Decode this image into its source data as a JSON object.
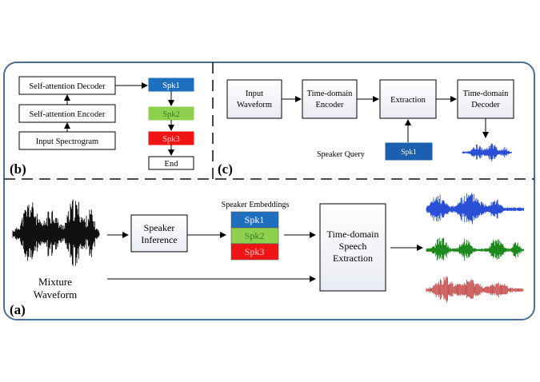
{
  "panel_b": {
    "label": "(b)",
    "decoder": "Self-attention Decoder",
    "encoder": "Self-attention Encoder",
    "input": "Input Spectrogram",
    "tokens": [
      "Spk1",
      "Spk2",
      "Spk3",
      "End"
    ]
  },
  "panel_c": {
    "label": "(c)",
    "input_line1": "Input",
    "input_line2": "Waveform",
    "encoder_line1": "Time-domain",
    "encoder_line2": "Encoder",
    "extraction": "Extraction",
    "decoder_line1": "Time-domain",
    "decoder_line2": "Decoder",
    "query_label": "Speaker Query",
    "query_token": "Spk1"
  },
  "panel_a": {
    "label": "(a)",
    "mixture_line1": "Mixture",
    "mixture_line2": "Waveform",
    "inference_line1": "Speaker",
    "inference_line2": "Inference",
    "embeddings_title": "Speaker Embeddings",
    "embeddings": [
      "Spk1",
      "Spk2",
      "Spk3"
    ],
    "extraction_line1": "Time-domain",
    "extraction_line2": "Speech",
    "extraction_line3": "Extraction"
  },
  "colors": {
    "frame": "#4a6f94",
    "spk1": "#1f6fbf",
    "spk2": "#8fd14f",
    "spk3": "#f01414",
    "query": "#1b5fae",
    "wave_mixture": "#111111",
    "wave_blue": "#2a4fd6",
    "wave_green": "#1e8a1e",
    "wave_red": "#c24040"
  }
}
